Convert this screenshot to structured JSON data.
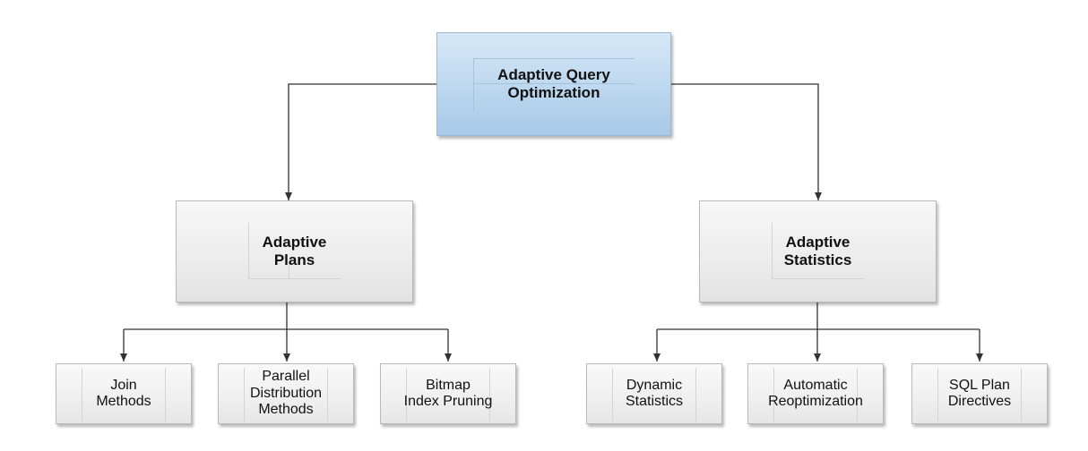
{
  "diagram": {
    "root": {
      "label_line1": "Adaptive Query",
      "label_line2": "Optimization"
    },
    "branches": [
      {
        "label_line1": "Adaptive",
        "label_line2": "Plans",
        "children": [
          {
            "lines": [
              "Join",
              "Methods"
            ]
          },
          {
            "lines": [
              "Parallel",
              "Distribution",
              "Methods"
            ]
          },
          {
            "lines": [
              "Bitmap",
              "Index Pruning"
            ]
          }
        ]
      },
      {
        "label_line1": "Adaptive",
        "label_line2": "Statistics",
        "children": [
          {
            "lines": [
              "Dynamic",
              "Statistics"
            ]
          },
          {
            "lines": [
              "Automatic",
              "Reoptimization"
            ]
          },
          {
            "lines": [
              "SQL Plan",
              "Directives"
            ]
          }
        ]
      }
    ],
    "colors": {
      "root_fill": "#bcd7ef",
      "node_fill": "#ececec",
      "connector": "#333333"
    }
  }
}
